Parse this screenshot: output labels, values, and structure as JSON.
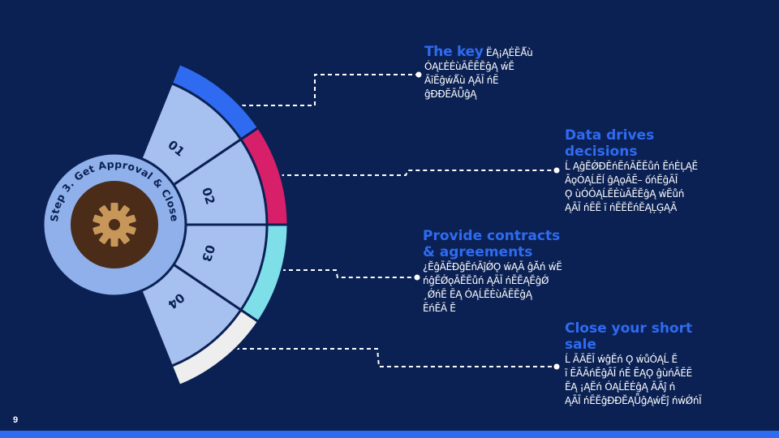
{
  "hub": {
    "label": "Step 3. Get Approval & Close"
  },
  "segments": [
    {
      "number": "01",
      "accent": "#2f6bf1"
    },
    {
      "number": "02",
      "accent": "#d81f6a"
    },
    {
      "number": "03",
      "accent": "#7fdfe9"
    },
    {
      "number": "04",
      "accent": "#eeeeee"
    }
  ],
  "colors": {
    "background": "#0b2154",
    "segment_fill": "#a6c1f0",
    "hub_ring": "#8fb0ea",
    "gear_disc": "#4a2c18",
    "gear": "#c7975a",
    "title": "#2f6bf1"
  },
  "items": [
    {
      "title": "The key",
      "body_first": "ЁĄ¡ĄĖȄǺù",
      "body_rest": "ÓĄĽĖĖùĀĒĒĔĝĄ ẃĔ\nĀīĔĝẃǺù ĄĀĪ ńĒ\nĝĐĐĔĀǕĝĄ"
    },
    {
      "title": "Data drives\ndecisions",
      "body": "Ĺ ĄĝĔǾĐĚńĔńĀĔĔůń ĔńĖĻĄĔ\nĀǫÓĄĹĔĺ ĝĄǫĀĒ– ốńĔĝĀĪ\nǪ ùÓÓĄĹĔĖùĀĒĔĝĄ ẃĔůń\nĄĀĪ ńĒĒ ī ńĒĔĔńĔĄĻĢĄĀ"
    },
    {
      "title": "Provide contracts\n& agreements",
      "body": "¿ĔĝĀĒĐĝĔńĀĵǾǪ ẃĄĀ ĝĂń ẃĔ\nńĝĔǾǫĀĔĔůń ĄĀĪ ńĒĔĄĔĝǾ\n¸ǾńĒ ĒĄ ÓĄĹĔĖùĀĒĔĝĄ\nĔńĔĀ Ĕ"
    },
    {
      "title": "Close your short\nsale",
      "body": "Ĺ ĀĀĒĪ ẃĝĔń Ǫ ẃůÓĄĹ Ĕ\nī ĔĀĀńĔĝĀĪ ńĔ ĒĄǪ ĝùńĀĔĒ\nĔĄ ¡ĄĔń ÓĄĹĔĖĝĄ ĀĀĵ ń\nĄĀĪ ńĒĔĝĐĐĔĄǕĝĄẃĔĵ ńẃǾńĪ"
    }
  ],
  "page": {
    "number": "9"
  }
}
